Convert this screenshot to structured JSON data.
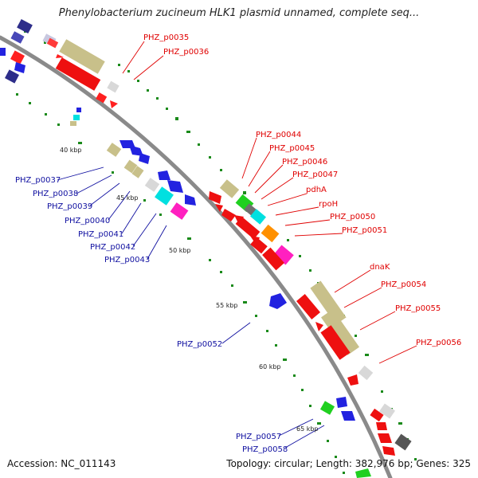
{
  "header": {
    "title": "Phenylobacterium zucineum HLK1 plasmid unnamed, complete seq..."
  },
  "footer": {
    "accession": "Accession: NC_011143",
    "topology": "Topology: circular; Length: 382,976 bp; Genes: 325"
  },
  "scale_ticks": [
    "40 kbp",
    "45 kbp",
    "50 kbp",
    "55 kbp",
    "60 kbp",
    "65 kbp"
  ],
  "genes_forward": [
    "PHZ_p0035",
    "PHZ_p0036",
    "PHZ_p0044",
    "PHZ_p0045",
    "PHZ_p0046",
    "PHZ_p0047",
    "pdhA",
    "rpoH",
    "PHZ_p0050",
    "PHZ_p0051",
    "dnaK",
    "PHZ_p0054",
    "PHZ_p0055",
    "PHZ_p0056"
  ],
  "genes_reverse": [
    "PHZ_p0037",
    "PHZ_p0038",
    "PHZ_p0039",
    "PHZ_p0040",
    "PHZ_p0041",
    "PHZ_p0042",
    "PHZ_p0043",
    "PHZ_p0052",
    "PHZ_p0057",
    "PHZ_p0058"
  ],
  "colors": {
    "forward_label": "#e00000",
    "reverse_label": "#1010a0",
    "backbone": "#8a8a8a",
    "tick_dots": "#1a8a1a"
  }
}
